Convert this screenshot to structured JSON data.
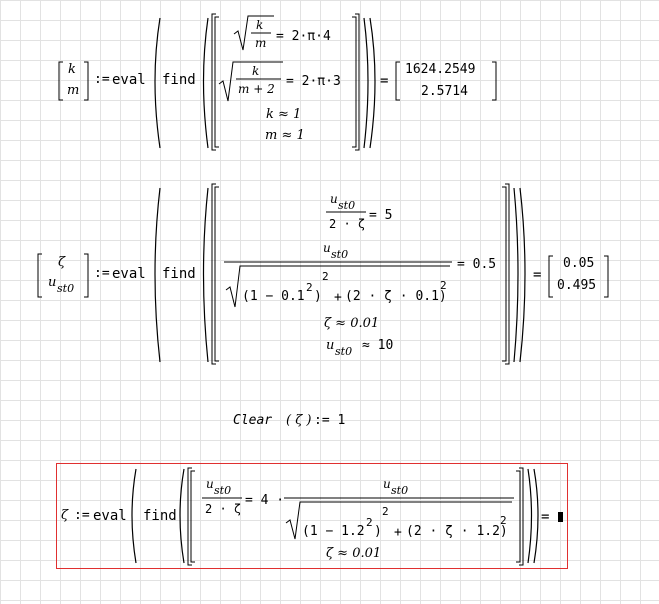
{
  "region1": {
    "vec_top": "k",
    "vec_bottom": "m",
    "assign": ":=",
    "eval": "eval",
    "find": "find",
    "eq1_num": "k",
    "eq1_den": "m",
    "eq1_rhs": "= 2·π·4",
    "eq2_num": "k",
    "eq2_den": "m + 2",
    "eq2_rhs": "= 2·π·3",
    "guess1": "k ≈ 1",
    "guess2": "m ≈ 1",
    "equals": "=",
    "result_top": "1624.2549",
    "result_bottom": "2.5714"
  },
  "region2": {
    "vec_top": "ζ",
    "vec_bottom_base": "u",
    "vec_bottom_sub": "st0",
    "assign": ":=",
    "eval": "eval",
    "find": "find",
    "eq1_num_base": "u",
    "eq1_num_sub": "st0",
    "eq1_den": "2 · ζ",
    "eq1_rhs": "= 5",
    "eq2_num_base": "u",
    "eq2_num_sub": "st0",
    "eq2_inner_a": "(1 − 0.1",
    "eq2_exp_inner_a": "2",
    "eq2_close_a": ")",
    "eq2_exp_a": "2",
    "eq2_plus": "+",
    "eq2_inner_b": "(2 · ζ · 0.1)",
    "eq2_exp_b": "2",
    "eq2_rhs": "= 0.5",
    "guess1": "ζ ≈ 0.01",
    "guess2_base": "u",
    "guess2_sub": "st0",
    "guess2_rest": "≈ 10",
    "equals": "=",
    "result_top": "0.05",
    "result_bottom": "0.495"
  },
  "clear_region": {
    "text": "Clear",
    "arg": "( ζ )",
    "assign": ":= 1"
  },
  "region3": {
    "lhs": "ζ",
    "assign": ":=",
    "eval": "eval",
    "find": "find",
    "num_base": "u",
    "num_sub": "st0",
    "den": "2 · ζ",
    "mid": "= 4 ·",
    "rhs_num_base": "u",
    "rhs_num_sub": "st0",
    "inner_a": "(1 − 1.2",
    "exp_inner_a": "2",
    "close_a": ")",
    "exp_a": "2",
    "plus": "+",
    "inner_b": "(2 · ζ · 1.2)",
    "exp_b": "2",
    "guess": "ζ ≈ 0.01",
    "equals": "="
  }
}
